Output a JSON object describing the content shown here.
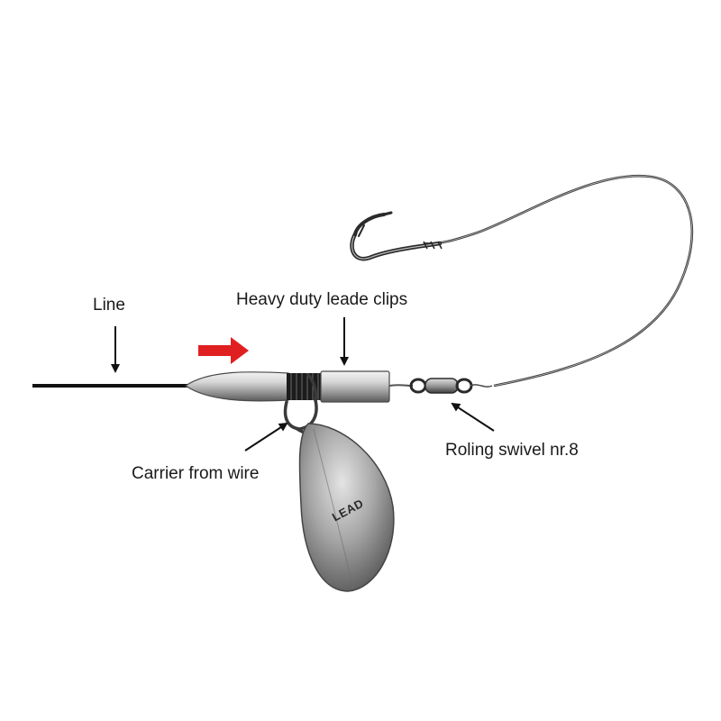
{
  "labels": {
    "line": "Line",
    "clips": "Heavy duty leade clips",
    "carrier": "Carrier from wire",
    "swivel": "Roling swivel nr.8"
  },
  "sinker_marking": "LEAD",
  "colors": {
    "direction_arrow": "#e02020",
    "line": "#111111",
    "metal_light": "#e6e6e6",
    "metal_dark": "#5a5a5a"
  }
}
